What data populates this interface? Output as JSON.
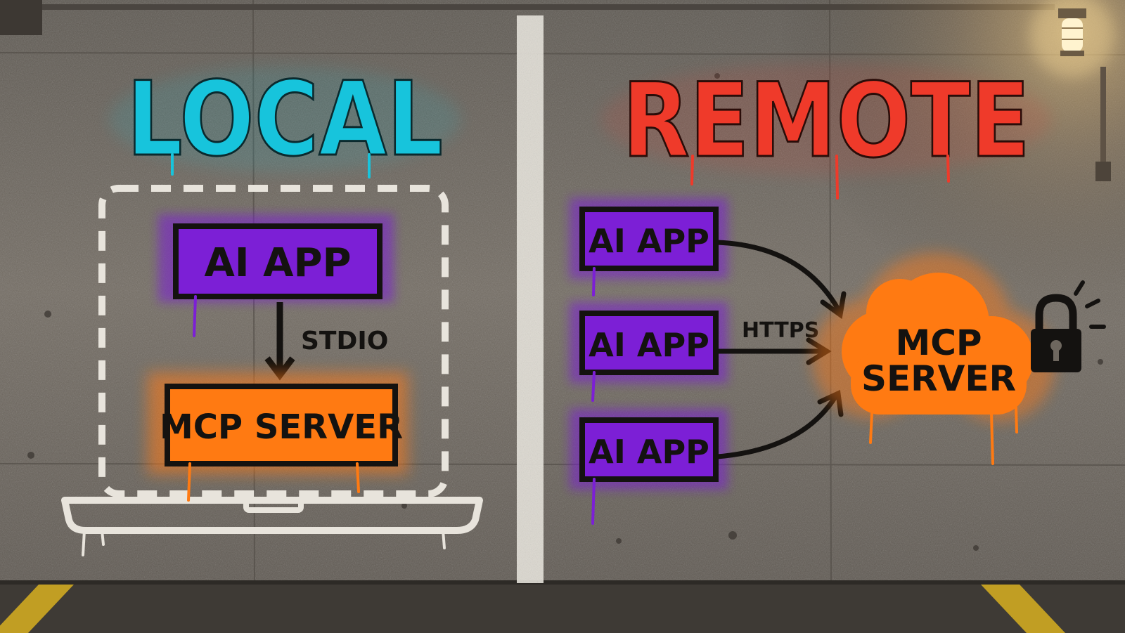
{
  "local": {
    "heading": "LOCAL",
    "ai_app_label": "AI APP",
    "transport_label": "STDIO",
    "server_label": "MCP SERVER"
  },
  "remote": {
    "heading": "REMOTE",
    "ai_apps": [
      "AI APP",
      "AI APP",
      "AI APP"
    ],
    "transport_label": "HTTPS",
    "server_label_line1": "MCP",
    "server_label_line2": "SERVER"
  },
  "colors": {
    "local_heading": "#17c4dc",
    "remote_heading": "#ef3a2a",
    "ai_app_fill": "#7c1fd6",
    "server_fill": "#ff7a12",
    "stencil_text": "#141210",
    "wall": "#6e675f",
    "floor": "#3e3a35",
    "divider": "#e8e4dc",
    "parking_line": "#d8b020"
  },
  "icons": [
    "laptop-icon",
    "cloud-icon",
    "lock-icon",
    "ceiling-lamp-icon"
  ]
}
